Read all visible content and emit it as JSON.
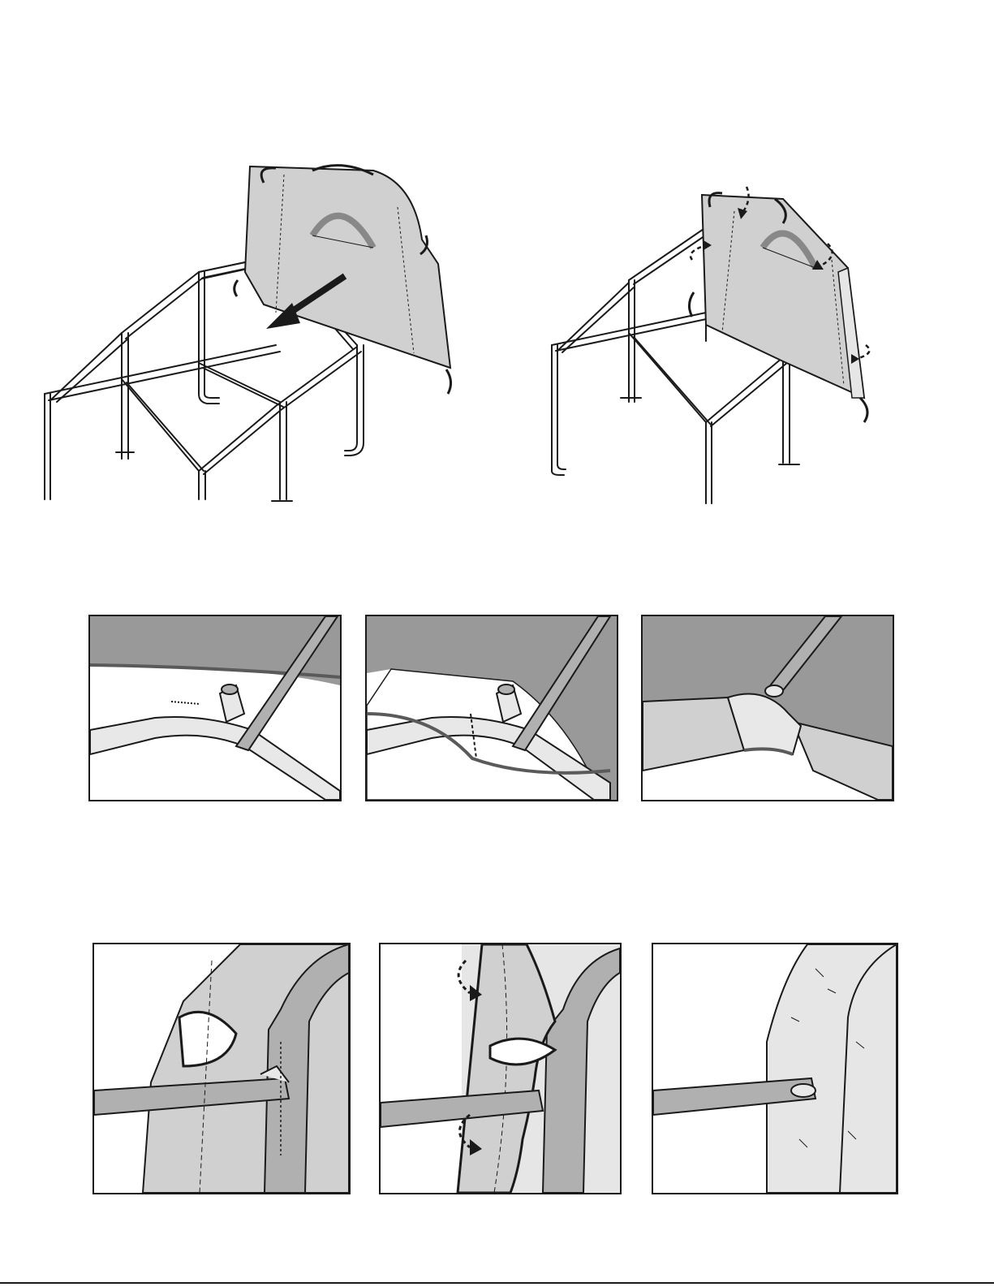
{
  "page": {
    "description_visible_text": "",
    "colors": {
      "line": "#1a1a1a",
      "cover": "#d0d0d0",
      "cover_light": "#e6e6e6",
      "shadow": "#999999",
      "pipe": "#e8e8e8",
      "pipe_dark": "#b0b0b0",
      "rope": "#5a5a5a"
    }
  },
  "figures": [
    {
      "name": "step-cover-placement",
      "caption": ""
    },
    {
      "name": "step-cover-fitted",
      "caption": ""
    }
  ],
  "detail_panels_row1": [
    {
      "name": "detail-corner-fitting",
      "caption": ""
    },
    {
      "name": "detail-rope-routing",
      "caption": ""
    },
    {
      "name": "detail-cover-secured",
      "caption": ""
    }
  ],
  "detail_panels_row2": [
    {
      "name": "detail-leg-clamp",
      "caption": ""
    },
    {
      "name": "detail-flap-fold",
      "caption": ""
    },
    {
      "name": "detail-flap-closed",
      "caption": ""
    }
  ]
}
